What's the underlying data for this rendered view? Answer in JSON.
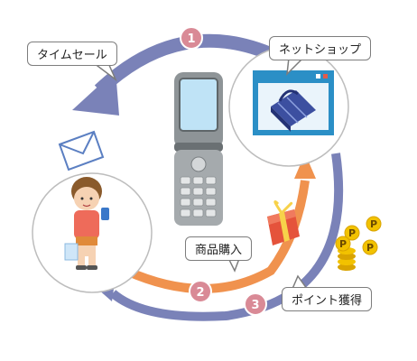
{
  "labels": {
    "time_sale": "タイムセール",
    "net_shop": "ネットショップ",
    "purchase": "商品購入",
    "points": "ポイント獲得"
  },
  "steps": [
    "1",
    "2",
    "3"
  ],
  "coin_letter": "P",
  "colors": {
    "arrow_blue": "#7a82b8",
    "arrow_orange": "#f0924e",
    "badge": "#d98a96",
    "coin": "#f2c200"
  }
}
